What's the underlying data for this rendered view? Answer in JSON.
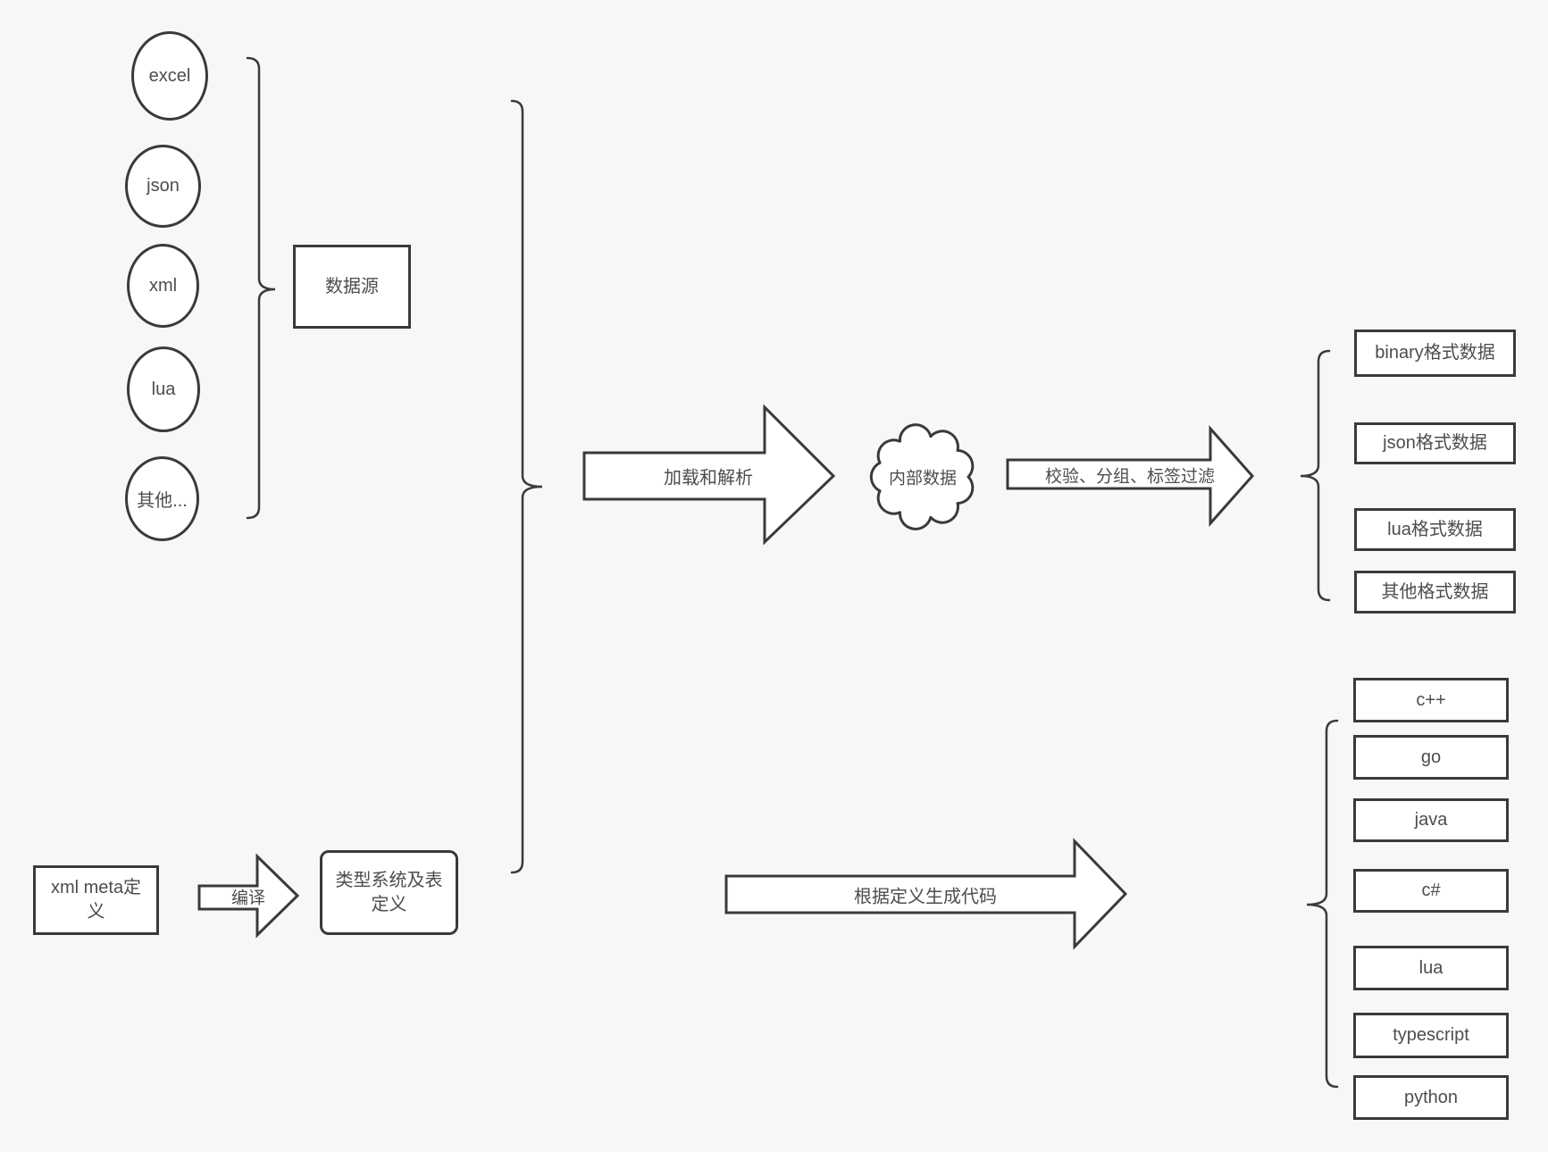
{
  "colors": {
    "bg": "#f7f7f7",
    "stroke": "#3a3a3a",
    "text": "#4d4d4d",
    "node-fill": "#ffffff"
  },
  "sources": {
    "items": [
      "excel",
      "json",
      "xml",
      "lua",
      "其他..."
    ],
    "group_label": "数据源"
  },
  "pipeline": {
    "load_parse": "加载和解析",
    "internal_data": "内部数据",
    "filter": "校验、分组、标签过滤",
    "compile": "编译",
    "codegen": "根据定义生成代码"
  },
  "definitions": {
    "xml_meta": "xml meta定义",
    "type_system": "类型系统及表定义"
  },
  "output_formats": [
    "binary格式数据",
    "json格式数据",
    "lua格式数据",
    "其他格式数据"
  ],
  "languages": [
    "c++",
    "go",
    "java",
    "c#",
    "lua",
    "typescript",
    "python"
  ]
}
